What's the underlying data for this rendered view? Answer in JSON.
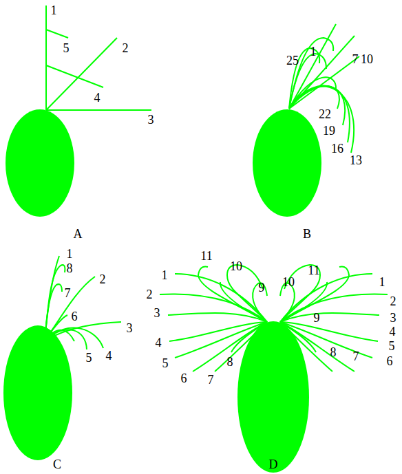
{
  "diagram": {
    "labels": [
      "1",
      "5",
      "2",
      "4",
      "3",
      "A",
      "1",
      "25",
      "7",
      "10",
      "22",
      "19",
      "16",
      "13",
      "B",
      "1",
      "8",
      "2",
      "7",
      "3",
      "6",
      "5",
      "4",
      "C",
      "11",
      "10",
      "9",
      "1",
      "2",
      "3",
      "4",
      "5",
      "6",
      "7",
      "8",
      "10",
      "11",
      "1",
      "9",
      "2",
      "3",
      "4",
      "5",
      "8",
      "7",
      "6",
      "D"
    ]
  }
}
